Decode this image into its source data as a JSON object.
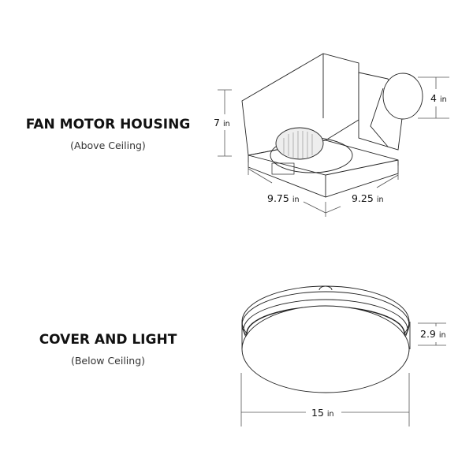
{
  "housing": {
    "title": "FAN MOTOR HOUSING",
    "subtitle": "(Above Ceiling)",
    "dims": {
      "height": {
        "value": "7",
        "unit": "in"
      },
      "duct": {
        "value": "4",
        "unit": "in"
      },
      "depth": {
        "value": "9.75",
        "unit": "in"
      },
      "width": {
        "value": "9.25",
        "unit": "in"
      }
    }
  },
  "cover": {
    "title": "COVER AND LIGHT",
    "subtitle": "(Below Ceiling)",
    "dims": {
      "height": {
        "value": "2.9",
        "unit": "in"
      },
      "diameter": {
        "value": "15",
        "unit": "in"
      }
    }
  },
  "colors": {
    "line": "#222222",
    "dimension": "#555555"
  }
}
